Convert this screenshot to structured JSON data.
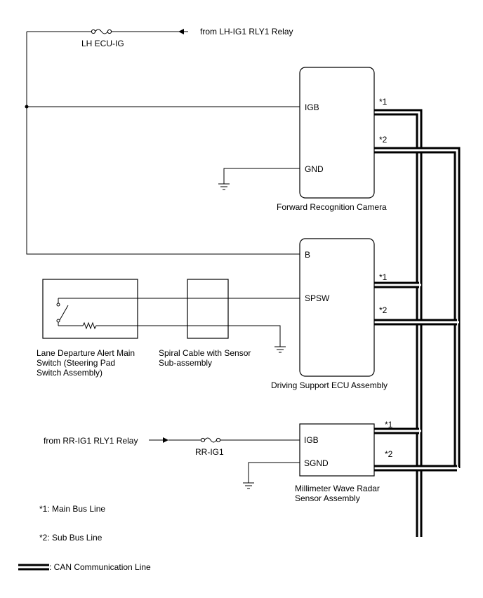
{
  "labels": {
    "lh_relay": "from LH-IG1 RLY1 Relay",
    "lh_fuse": "LH ECU-IG",
    "rr_relay": "from RR-IG1 RLY1 Relay",
    "rr_fuse": "RR-IG1"
  },
  "components": {
    "camera": {
      "name": "Forward Recognition Camera",
      "pins": [
        "IGB",
        "GND"
      ]
    },
    "ecu": {
      "name": "Driving Support ECU Assembly",
      "pins": [
        "B",
        "SPSW"
      ]
    },
    "switch": {
      "name_lines": [
        "Lane Departure Alert Main",
        "Switch (Steering Pad",
        "Switch Assembly)"
      ]
    },
    "spiral": {
      "name_lines": [
        "Spiral Cable with Sensor",
        "Sub-assembly"
      ]
    },
    "radar": {
      "name_lines": [
        "Millimeter Wave Radar",
        "Sensor Assembly"
      ],
      "pins": [
        "IGB",
        "SGND"
      ]
    }
  },
  "markers": {
    "main": "*1",
    "sub": "*2"
  },
  "legend": {
    "main_bus": "*1: Main Bus Line",
    "sub_bus": "*2: Sub Bus Line",
    "can": ": CAN Communication Line"
  }
}
